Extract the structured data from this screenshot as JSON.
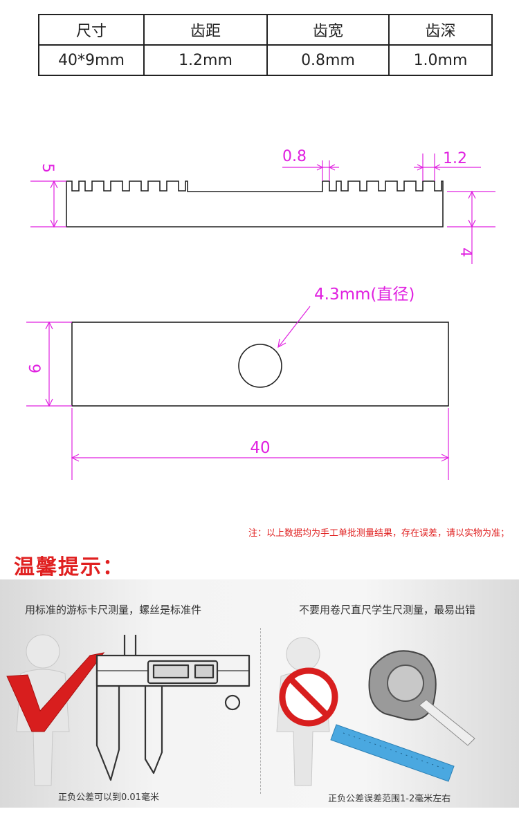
{
  "spec_table": {
    "headers": [
      "尺寸",
      "齿距",
      "齿宽",
      "齿深"
    ],
    "values": [
      "40*9mm",
      "1.2mm",
      "0.8mm",
      "1.0mm"
    ]
  },
  "drawing": {
    "side_view": {
      "height_label": "5",
      "tooth_width_label": "0.8",
      "tooth_pitch_label": "1.2",
      "base_label": "4"
    },
    "top_view": {
      "hole_label": "4.3mm(直径)",
      "width_label": "9",
      "length_label": "40"
    },
    "accent_color": "#e020e0"
  },
  "note": "注：以上数据均为手工单批测量结果，存在误差，请以实物为准；",
  "tips": {
    "title": "温馨提示：",
    "left_caption": "用标准的游标卡尺测量，螺丝是标准件",
    "left_bottom": "正负公差可以到0.01毫米",
    "right_caption": "不要用卷尺直尺学生尺测量，最易出错",
    "right_bottom": "正负公差误差范围1-2毫米左右"
  }
}
